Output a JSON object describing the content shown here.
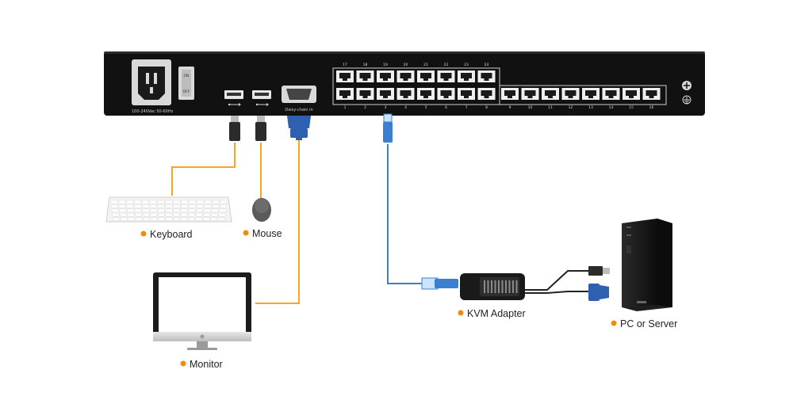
{
  "panel": {
    "power_rating": "100-240Vac 50-60Hz",
    "switch_on": "ON",
    "switch_off": "OFF",
    "daisy_chain_label": "Daisy-chain in",
    "port_numbers_top": [
      "17",
      "18",
      "19",
      "20",
      "21",
      "22",
      "23",
      "24"
    ],
    "port_numbers_bottom": [
      "1",
      "2",
      "3",
      "4",
      "5",
      "6",
      "7",
      "8",
      "9",
      "10",
      "11",
      "12",
      "13",
      "14",
      "15",
      "16"
    ]
  },
  "devices": {
    "keyboard": "Keyboard",
    "mouse": "Mouse",
    "monitor": "Monitor",
    "kvm_adapter": "KVM Adapter",
    "pc_server": "PC or Server"
  },
  "colors": {
    "panel": "#111111",
    "orange_cable": "#f5a623",
    "blue_cable": "#3a7fd0",
    "vga_blue": "#2f5fb0",
    "label_dot": "#f08c10"
  },
  "icons": [
    "power-inlet-icon",
    "ground-icon",
    "plus-icon",
    "usb-icon"
  ]
}
